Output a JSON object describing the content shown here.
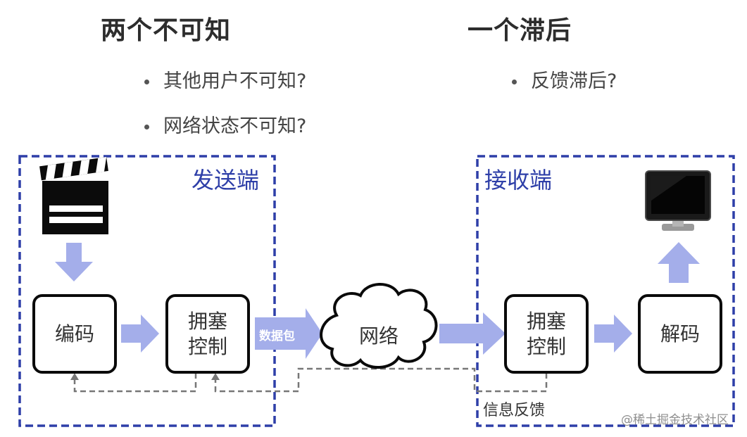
{
  "headings": {
    "left": "两个不可知",
    "right": "一个滞后"
  },
  "bullets_left": [
    "其他用户不可知?",
    "网络状态不可知?"
  ],
  "bullets_right": [
    "反馈滞后?"
  ],
  "sender": {
    "label": "发送端",
    "encode": "编码",
    "cc_line1": "拥塞",
    "cc_line2": "控制"
  },
  "packet_label": "数据包",
  "network_label": "网络",
  "receiver": {
    "label": "接收端",
    "cc_line1": "拥塞",
    "cc_line2": "控制",
    "decode": "解码"
  },
  "feedback_label": "信息反馈",
  "watermark": "@稀土掘金技术社区",
  "icons": [
    "clapperboard-icon",
    "monitor-icon"
  ],
  "colors": {
    "region_border": "#2e3fa8",
    "arrow_fill": "#a4aeea",
    "feedback_line": "#777777"
  }
}
